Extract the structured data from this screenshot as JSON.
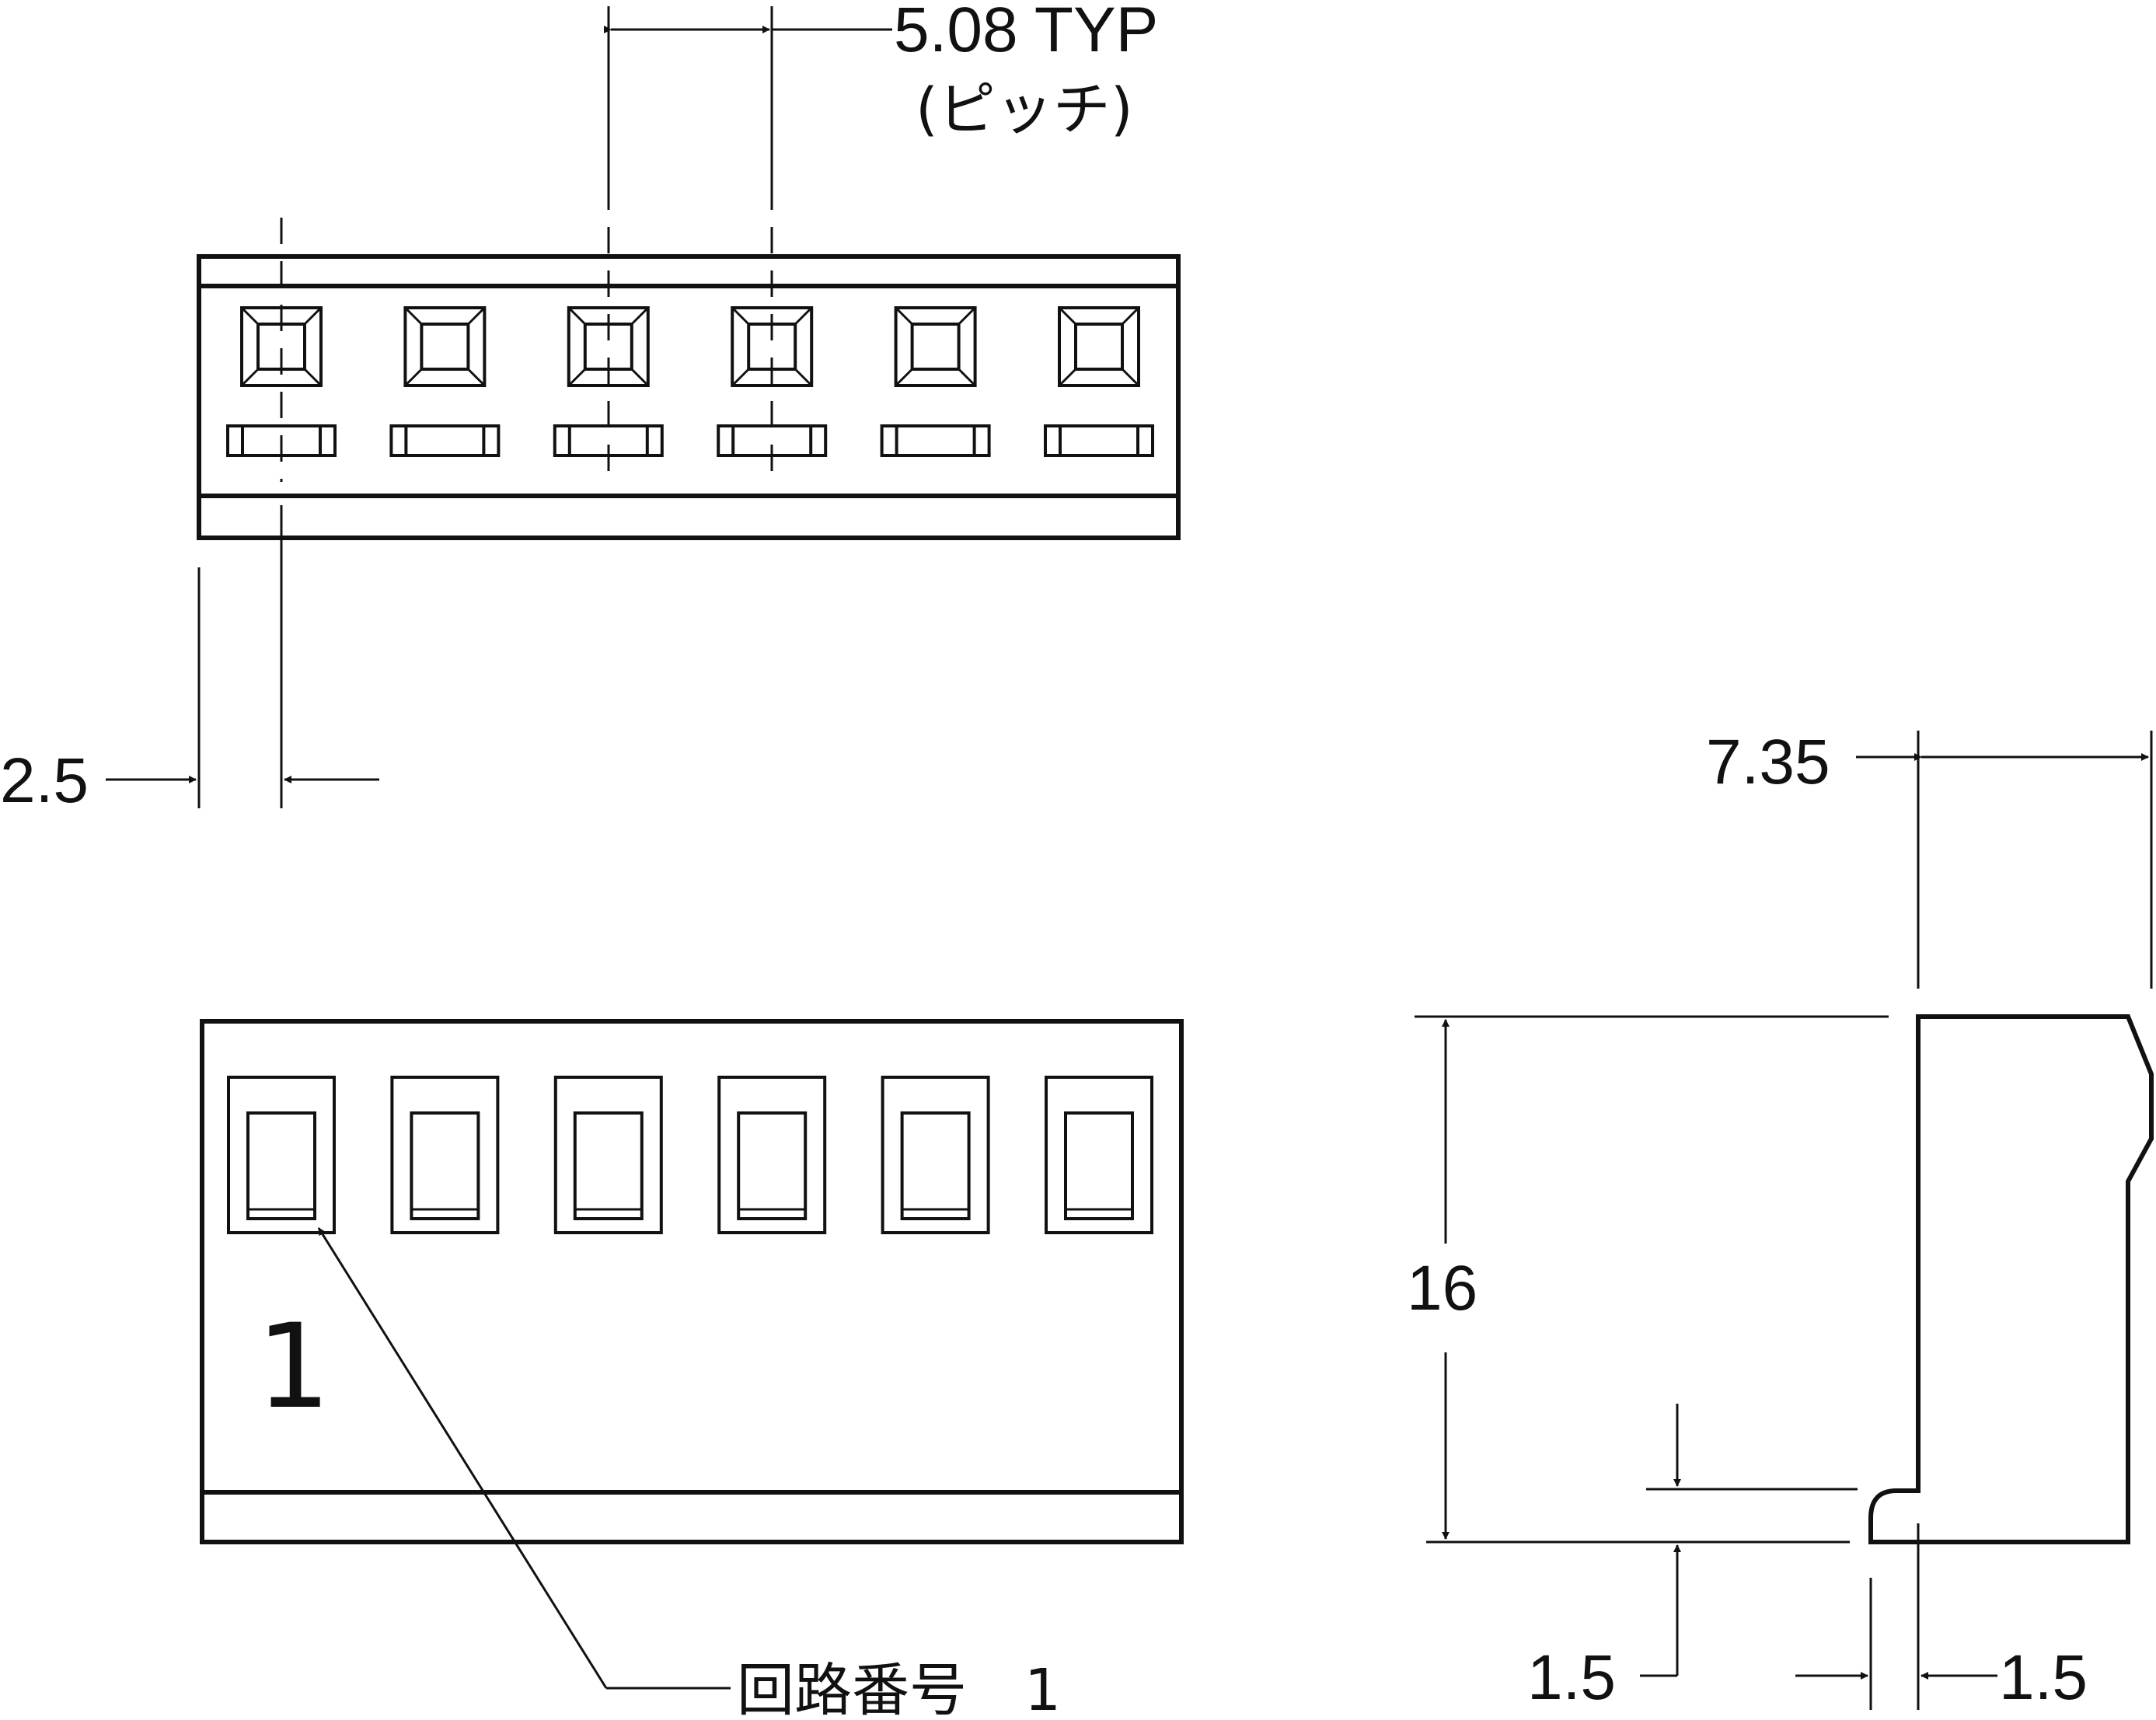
{
  "dimensions": {
    "pitch_value": "5.08 TYP",
    "pitch_note": "(ピッチ)",
    "offset_value": "2.5",
    "depth_value": "7.35",
    "height_value": "16",
    "latch_height_value": "1.5",
    "latch_width_value": "1.5"
  },
  "labels": {
    "circuit_number_marking": "1",
    "circuit_number_callout": "回路番号　1"
  },
  "connector": {
    "circuit_count": 6
  },
  "colors": {
    "line": "#111111",
    "background": "#ffffff"
  }
}
